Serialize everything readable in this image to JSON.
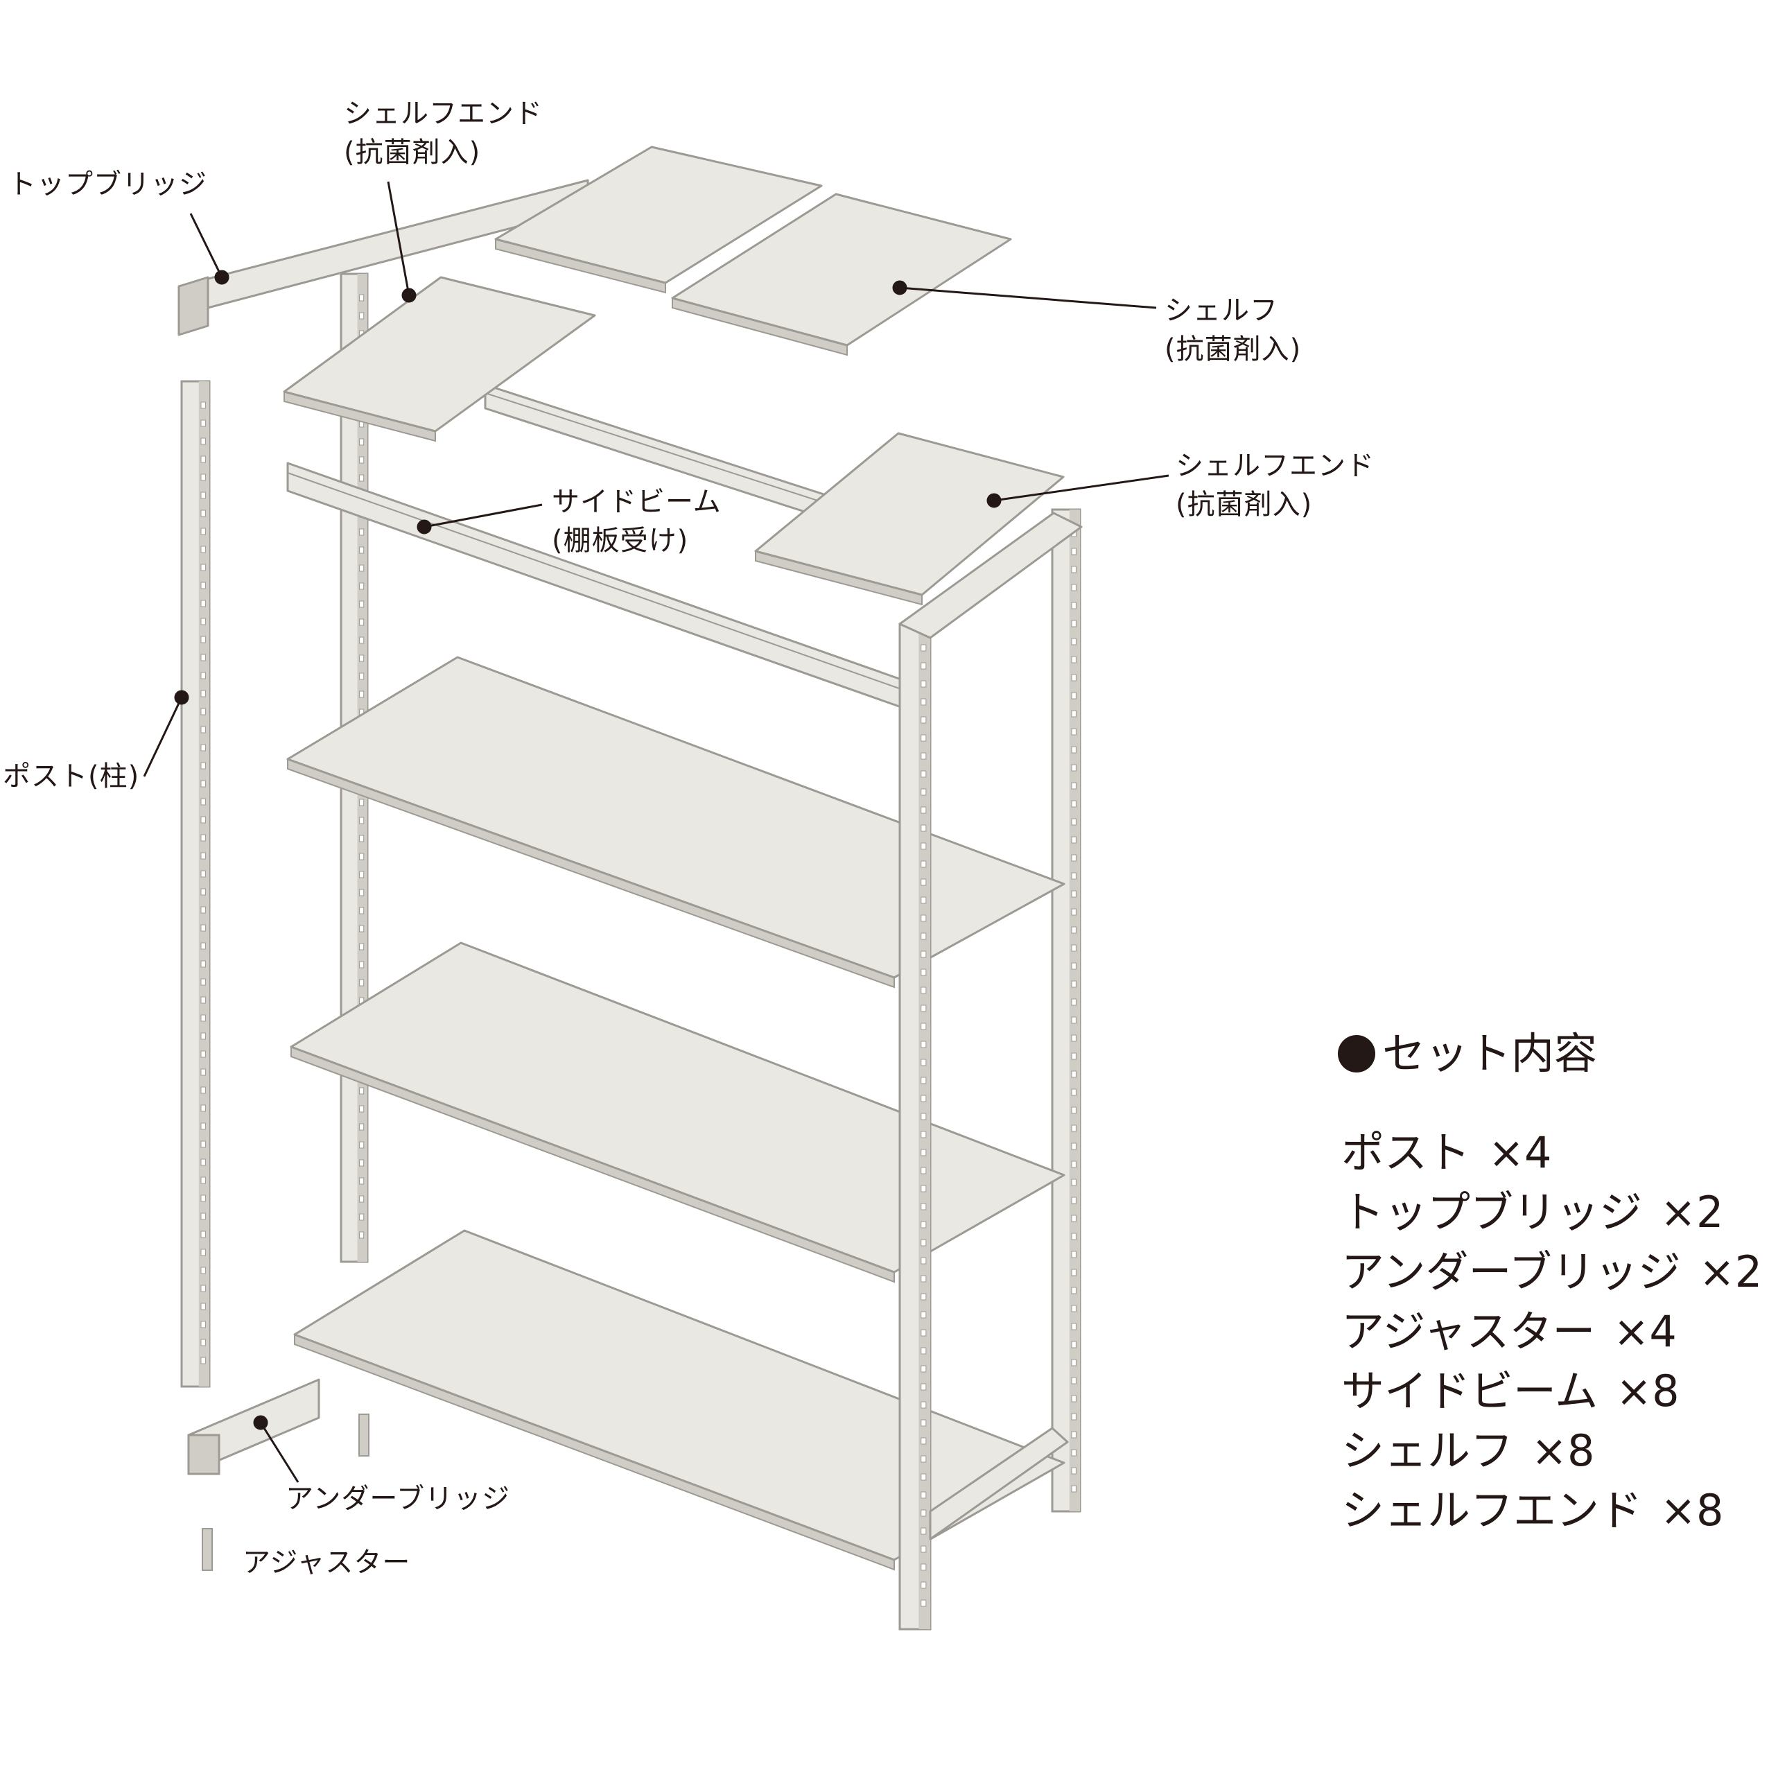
{
  "colors": {
    "part_fill": "#e9e8e3",
    "part_stroke": "#9c9a93",
    "part_dark": "#cfcdc6",
    "slot": "#ffffff",
    "ink": "#231815"
  },
  "labels": {
    "top_bridge": "トップブリッジ",
    "shelf_end_top_line1": "シェルフエンド",
    "shelf_end_top_line2": "(抗菌剤入)",
    "shelf_line1": "シェルフ",
    "shelf_line2": "(抗菌剤入)",
    "shelf_end_right_line1": "シェルフエンド",
    "shelf_end_right_line2": "(抗菌剤入)",
    "side_beam_line1": "サイドビーム",
    "side_beam_line2": "(棚板受け)",
    "post": "ポスト(柱)",
    "under_bridge": "アンダーブリッジ",
    "adjuster": "アジャスター"
  },
  "set_contents": {
    "title": "セット内容",
    "items": [
      {
        "name": "ポスト",
        "qty": "×4"
      },
      {
        "name": "トップブリッジ",
        "qty": "×2"
      },
      {
        "name": "アンダーブリッジ",
        "qty": "×2"
      },
      {
        "name": "アジャスター",
        "qty": "×4"
      },
      {
        "name": "サイドビーム",
        "qty": "×8"
      },
      {
        "name": "シェルフ",
        "qty": "×8"
      },
      {
        "name": "シェルフエンド",
        "qty": "×8"
      }
    ]
  }
}
